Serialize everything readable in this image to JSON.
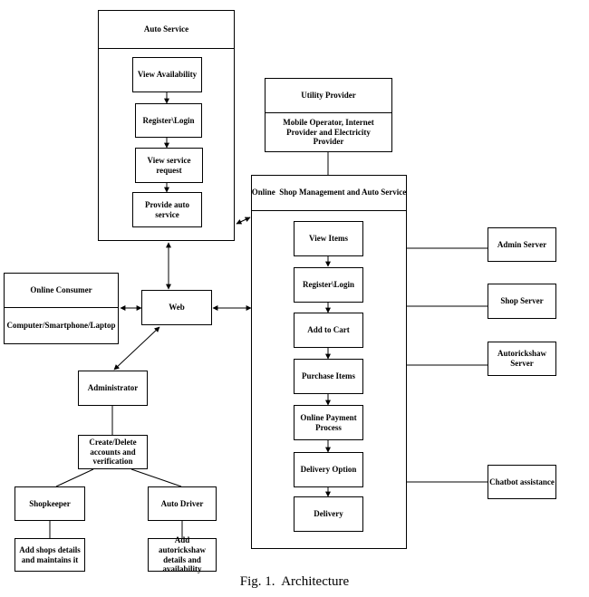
{
  "auto_service": {
    "title": "Auto Service",
    "steps": [
      "View Availability",
      "Register\\Login",
      "View service request",
      "Provide auto service"
    ]
  },
  "utility_provider": {
    "title": "Utility Provider",
    "body": "Mobile Operator, Internet Provider and Electricity Provider"
  },
  "online_consumer": {
    "title": "Online Consumer",
    "body": "Computer/Smartphone/Laptop"
  },
  "web": {
    "label": "Web"
  },
  "shop_management": {
    "title": "Online  Shop Management and Auto Service",
    "steps": [
      "View Items",
      "Register\\Login",
      "Add to Cart",
      "Purchase Items",
      "Online Payment Process",
      "Delivery Option",
      "Delivery"
    ]
  },
  "servers": [
    "Admin Server",
    "Shop Server",
    "Autorickshaw Server",
    "Chatbot assistance"
  ],
  "administrator": {
    "label": "Administrator"
  },
  "create_delete": {
    "label": "Create/Delete accounts and verification"
  },
  "shopkeeper": {
    "label": "Shopkeeper",
    "task": "Add shops details and maintains it"
  },
  "auto_driver": {
    "label": "Auto Driver",
    "task": "Add autorickshaw details and availability"
  },
  "caption": "Fig. 1.  Architecture"
}
